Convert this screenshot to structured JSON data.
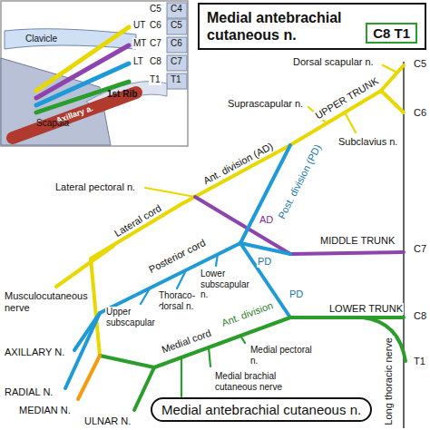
{
  "diagram": {
    "nodes": [
      {
        "text": [
          "Medial antebrachial cutaneous n."
        ]
      },
      {
        "text": [
          "C8 T1"
        ],
        "in": 0
      },
      {
        "text": [
          "Medial antebrachial cutaneous n."
        ]
      }
    ],
    "labels": [
      "C5",
      "C4",
      "UT",
      "C6",
      "C5",
      "MT",
      "C7",
      "C6",
      "LT",
      "C8",
      "C7",
      "T1",
      "T1",
      "Clavicle",
      "Axillary a.",
      "1st Rib",
      "Scapula",
      "Dorsal scapular n.",
      "C5",
      "Suprascapular n.",
      "UPPER TRUNK",
      "C6",
      "Subclavius n.",
      "Ant. division (AD)",
      "Post. division (PD)",
      "Lateral pectoral n.",
      "AD",
      "MIDDLE TRUNK",
      "C7",
      "Lateral cord",
      "Musculocutaneous nerve",
      "Posterior cord",
      "PD",
      "PD",
      "LOWER TRUNK",
      "C8",
      "T1",
      "Long thoracic nerve",
      "Thoraco-dorsal n.",
      "Lower subscapular n.",
      "Upper subscapular",
      "AXILLARY N.",
      "RADIAL N.",
      "MEDIAN N.",
      "ULNAR N.",
      "Medial cord",
      "Ant. division",
      "Medial pectoral n.",
      "Medial brachial cutaneous nerve"
    ]
  }
}
